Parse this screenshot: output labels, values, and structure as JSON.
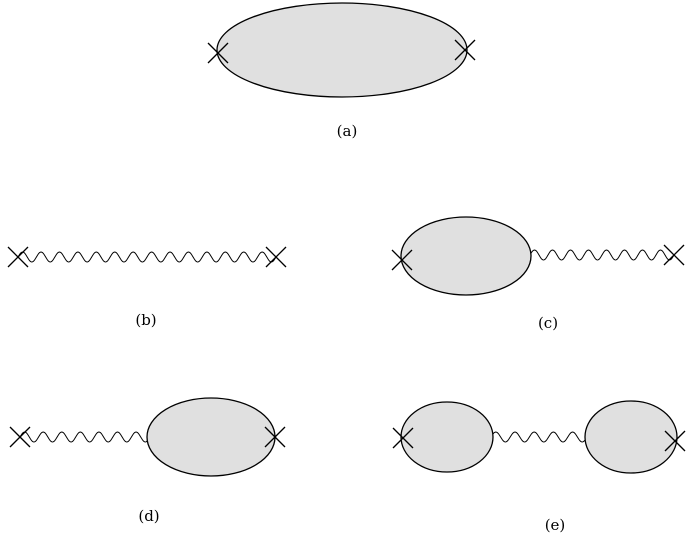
{
  "panels": [
    {
      "id": "a",
      "caption": "(a)"
    },
    {
      "id": "b",
      "caption": "(b)"
    },
    {
      "id": "c",
      "caption": "(c)"
    },
    {
      "id": "d",
      "caption": "(d)"
    },
    {
      "id": "e",
      "caption": "(e)"
    }
  ],
  "colors": {
    "blob_fill": "#e0e0e0",
    "stroke": "#000000",
    "background": "#ffffff"
  }
}
